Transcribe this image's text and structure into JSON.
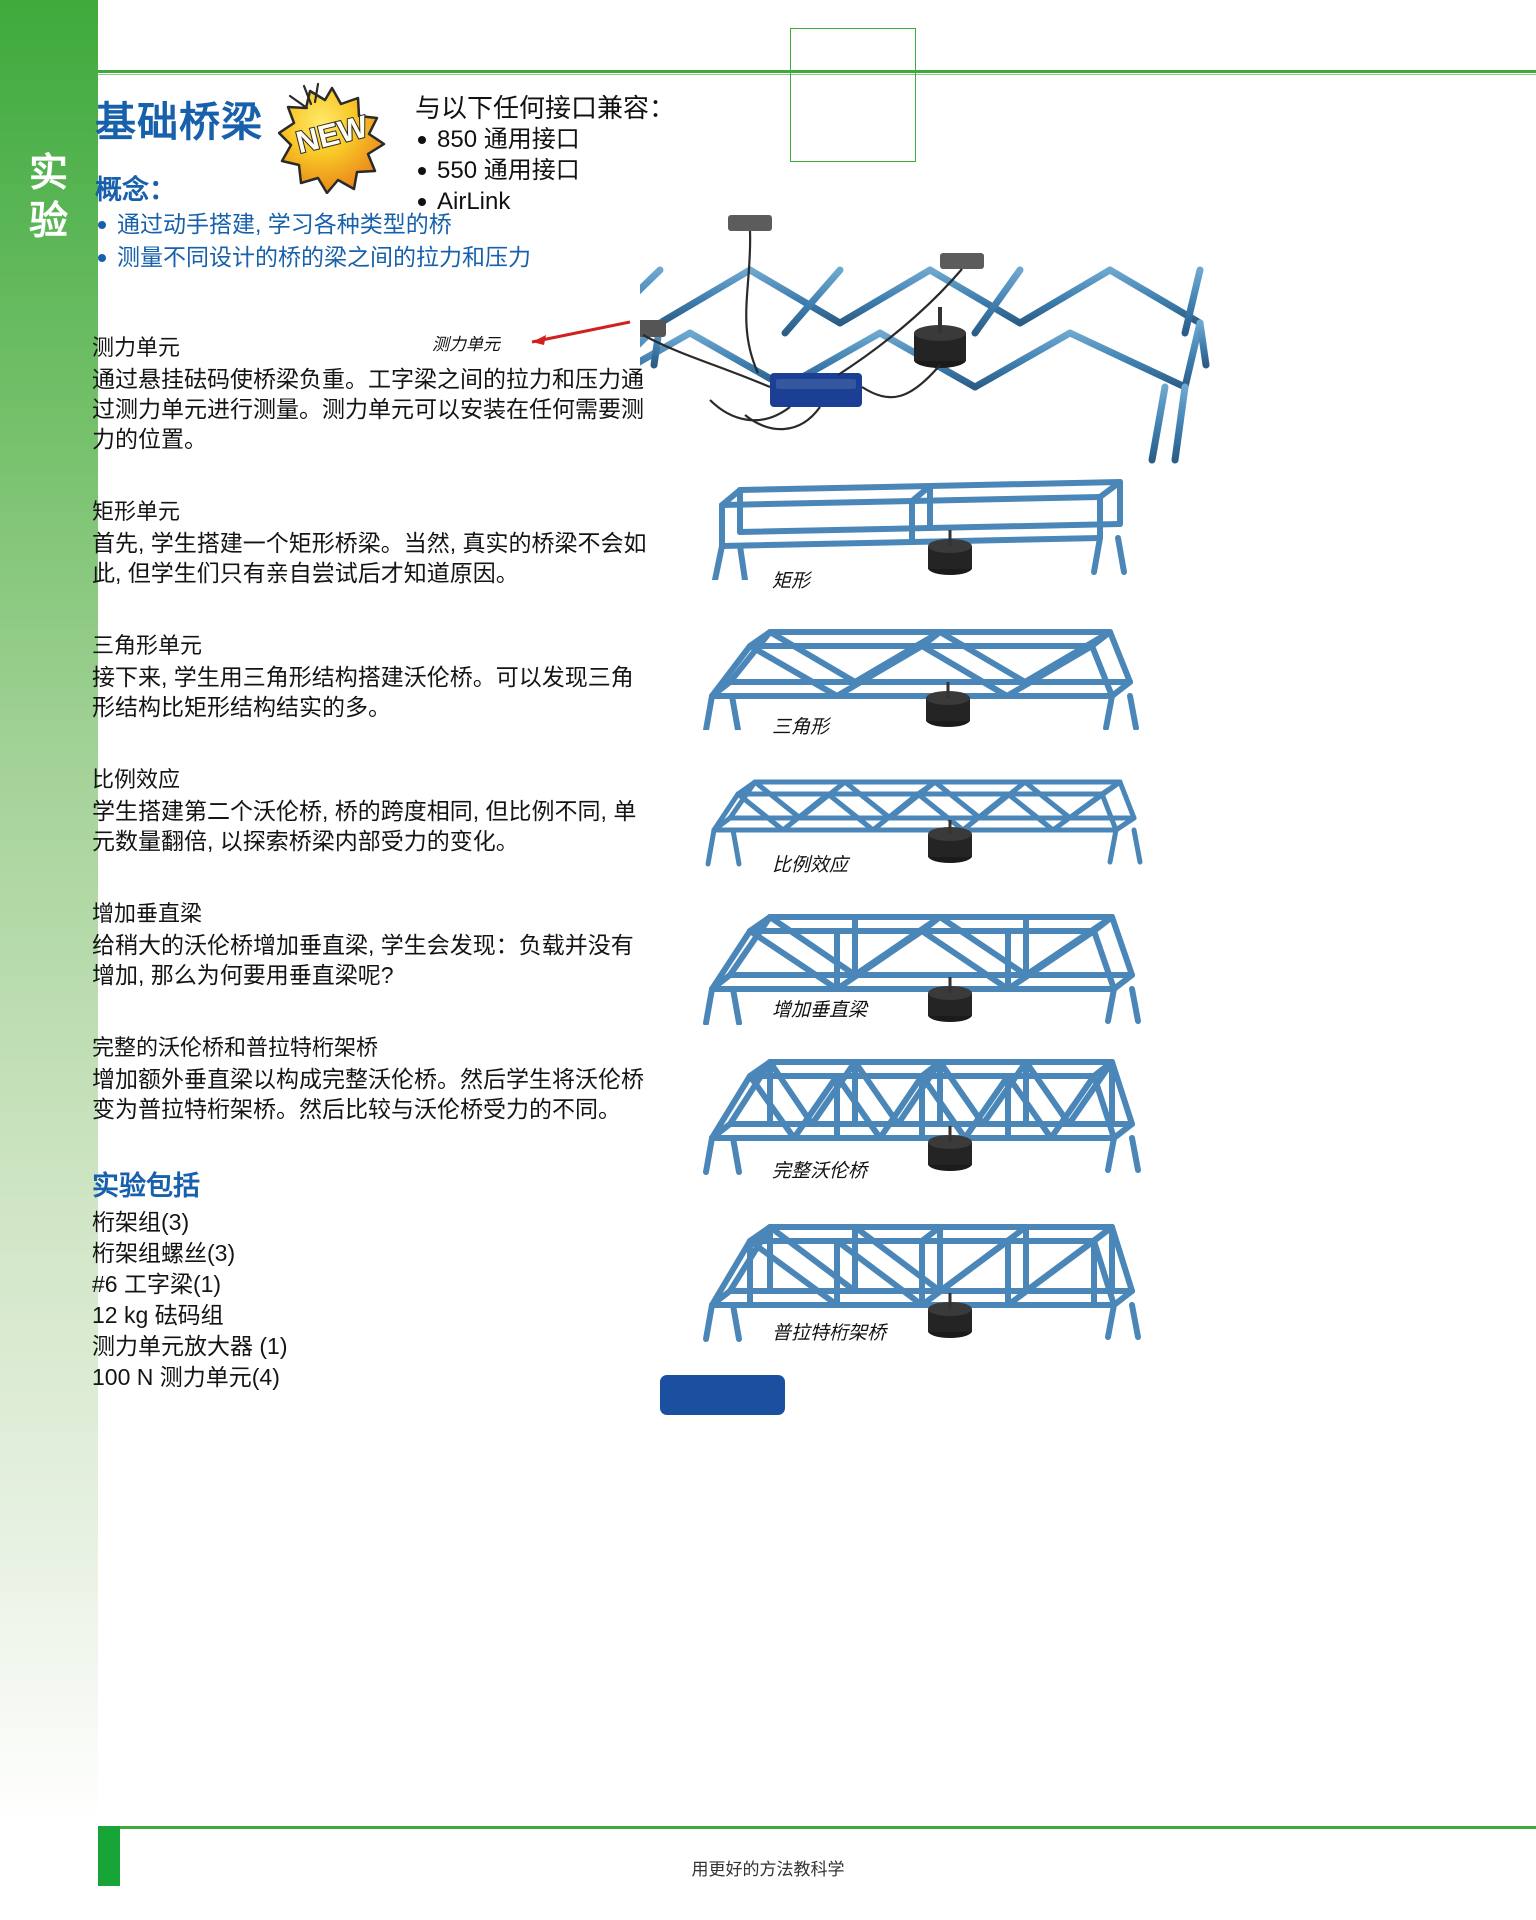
{
  "sidebar": {
    "label_chars": [
      "实",
      "验"
    ]
  },
  "header": {
    "title": "基础桥梁",
    "badge": "NEW",
    "compat_title": "与以下任何接口兼容：",
    "compat_items": [
      "850 通用接口",
      "550 通用接口",
      "AirLink"
    ],
    "concept_title": "概念：",
    "concept_items": [
      "通过动手搭建, 学习各种类型的桥",
      "测量不同设计的桥的梁之间的拉力和压力"
    ]
  },
  "sections": [
    {
      "heading": "测力单元",
      "body": "通过悬挂砝码使桥梁负重。工字梁之间的拉力和压力通过测力单元进行测量。测力单元可以安装在任何需要测力的位置。"
    },
    {
      "heading": "矩形单元",
      "body": "首先, 学生搭建一个矩形桥梁。当然, 真实的桥梁不会如此, 但学生们只有亲自尝试后才知道原因。"
    },
    {
      "heading": "三角形单元",
      "body": "接下来, 学生用三角形结构搭建沃伦桥。可以发现三角形结构比矩形结构结实的多。"
    },
    {
      "heading": "比例效应",
      "body": "学生搭建第二个沃伦桥, 桥的跨度相同, 但比例不同, 单元数量翻倍, 以探索桥梁内部受力的变化。"
    },
    {
      "heading": "增加垂直梁",
      "body": "给稍大的沃伦桥增加垂直梁, 学生会发现：负载并没有增加, 那么为何要用垂直梁呢?"
    },
    {
      "heading": "完整的沃伦桥和普拉特桁架桥",
      "body": "增加额外垂直梁以构成完整沃伦桥。然后学生将沃伦桥变为普拉特桁架桥。然后比较与沃伦桥受力的不同。"
    }
  ],
  "includes": {
    "title": "实验包括",
    "items": [
      "桁架组(3)",
      "桁架组螺丝(3)",
      "#6 工字梁(1)",
      "12 kg 砝码组",
      "测力单元放大器 (1)",
      "100 N 测力单元(4)"
    ]
  },
  "illustration": {
    "callout": "测力单元",
    "captions": [
      "矩形",
      "三角形",
      "比例效应",
      "增加垂直梁",
      "完整沃伦桥",
      "普拉特桁架桥"
    ]
  },
  "footer": {
    "text": "用更好的方法教科学"
  },
  "colors": {
    "brand_blue": "#1760ab",
    "brand_green": "#3faa3c",
    "truss_blue": "#4a87b8",
    "button_blue": "#1b4fa0",
    "callout_red": "#d02121"
  }
}
